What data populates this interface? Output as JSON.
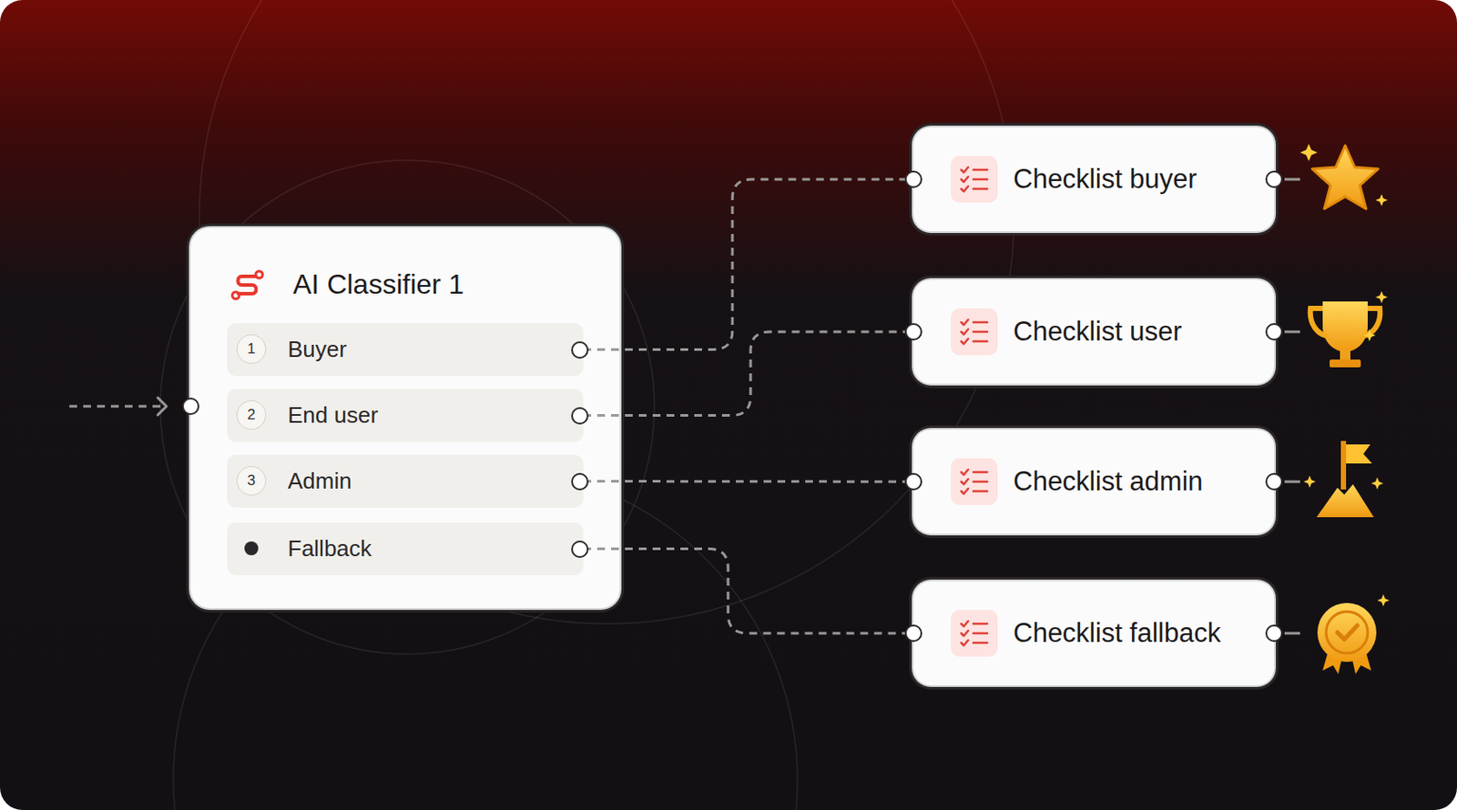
{
  "diagram": {
    "nodes": [
      {
        "text": [
          "AI Classifier 1"
        ]
      },
      {
        "text": [
          "1",
          "Buyer"
        ],
        "in": 0
      },
      {
        "text": [
          "2",
          "End user"
        ],
        "in": 0
      },
      {
        "text": [
          "3",
          "Admin"
        ],
        "in": 0
      },
      {
        "text": [
          "Fallback"
        ],
        "in": 0
      },
      {
        "text": [
          "Checklist buyer"
        ]
      },
      {
        "text": [
          "Checklist user"
        ]
      },
      {
        "text": [
          "Checklist admin"
        ]
      },
      {
        "text": [
          "Checklist fallback"
        ]
      }
    ],
    "edges": [
      {
        "from": 1,
        "to": 5,
        "arrow": "none"
      },
      {
        "from": 2,
        "to": 6,
        "arrow": "none"
      },
      {
        "from": 3,
        "to": 7,
        "arrow": "none"
      },
      {
        "from": 4,
        "to": 8,
        "arrow": "none"
      }
    ]
  }
}
